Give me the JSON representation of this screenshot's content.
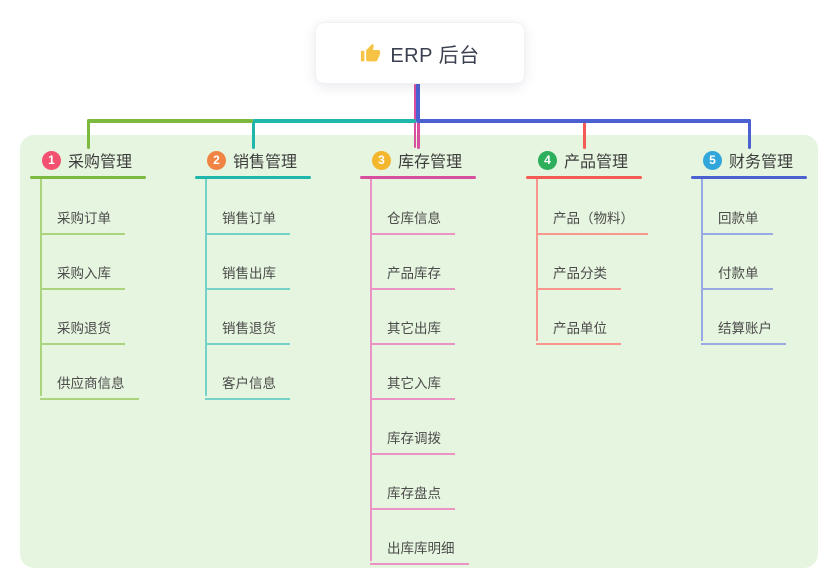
{
  "root": {
    "icon": "thumbs-up",
    "label": "ERP 后台"
  },
  "colors": {
    "page_bg": "#ffffff",
    "panel_bg": "#e6f5df",
    "trunk": "#4b61d1",
    "root_text": "#3b4050",
    "title_text": "#3d3d3d",
    "child_text": "#4b4b4b",
    "icon_color": "#f6c344"
  },
  "branches": [
    {
      "num": "1",
      "label": "采购管理",
      "badge_color": "#f25270",
      "line_color": "#7cb93f",
      "light_color": "#abd57d",
      "children": [
        "采购订单",
        "采购入库",
        "采购退货",
        "供应商信息"
      ]
    },
    {
      "num": "2",
      "label": "销售管理",
      "badge_color": "#ef8444",
      "line_color": "#1fb7ab",
      "light_color": "#76d2c8",
      "children": [
        "销售订单",
        "销售出库",
        "销售退货",
        "客户信息"
      ]
    },
    {
      "num": "3",
      "label": "库存管理",
      "badge_color": "#f3b62c",
      "line_color": "#d94f9f",
      "light_color": "#ec93c5",
      "children": [
        "仓库信息",
        "产品库存",
        "其它出库",
        "其它入库",
        "库存调拨",
        "库存盘点",
        "出库库明细"
      ]
    },
    {
      "num": "4",
      "label": "产品管理",
      "badge_color": "#2cae5b",
      "line_color": "#f25c52",
      "light_color": "#f9978f",
      "children": [
        "产品（物料）",
        "产品分类",
        "产品单位"
      ]
    },
    {
      "num": "5",
      "label": "财务管理",
      "badge_color": "#30a6da",
      "line_color": "#4b61d1",
      "light_color": "#98aae3",
      "children": [
        "回款单",
        "付款单",
        "结算账户"
      ]
    }
  ]
}
